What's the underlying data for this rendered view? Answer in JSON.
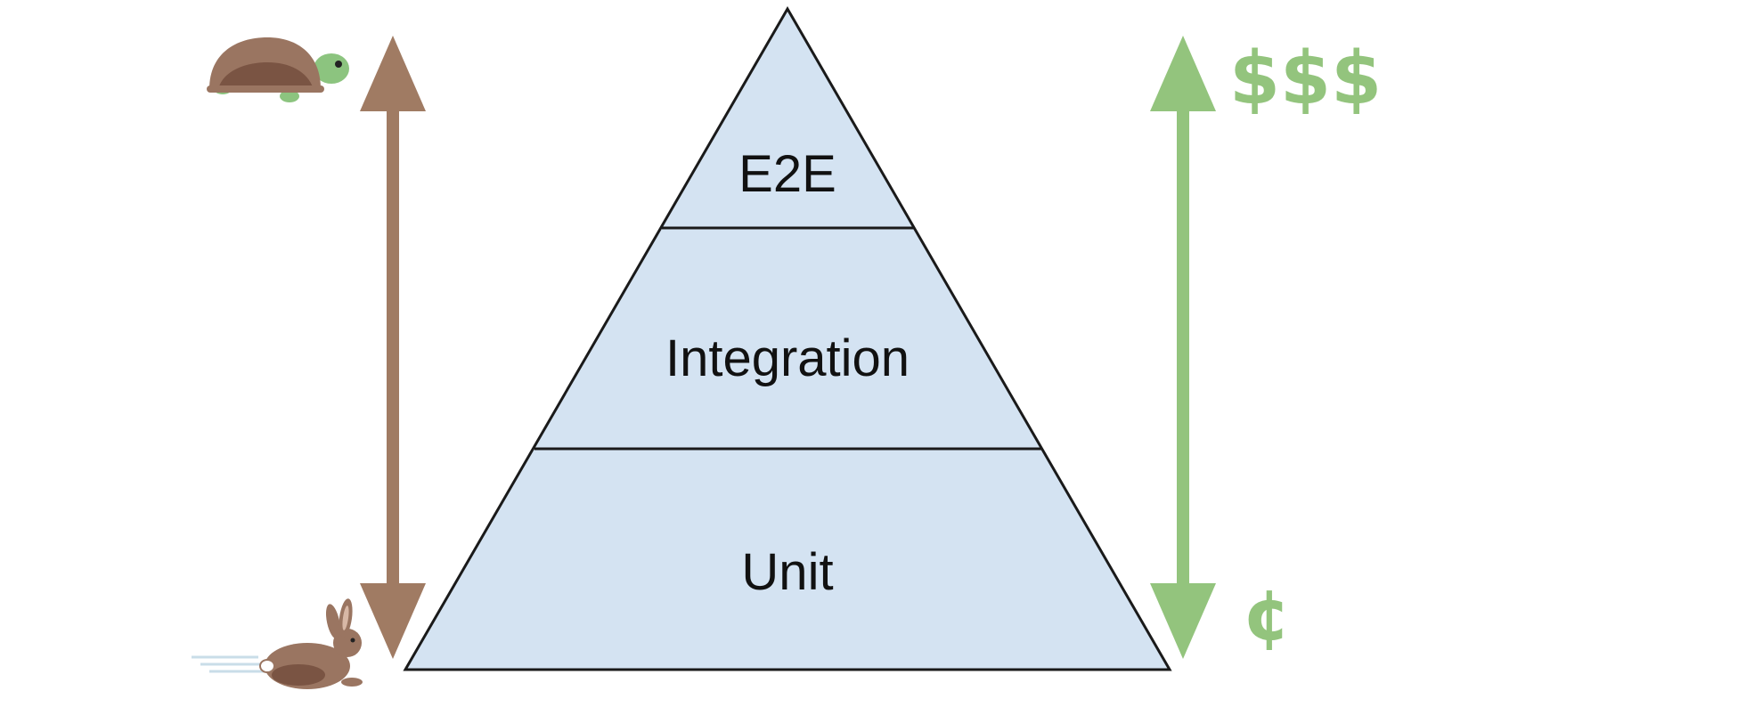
{
  "diagram": {
    "tiers": [
      {
        "id": "e2e",
        "label": "E2E"
      },
      {
        "id": "integration",
        "label": "Integration"
      },
      {
        "id": "unit",
        "label": "Unit"
      }
    ],
    "cost": {
      "high_label": "$$$",
      "low_label": "¢"
    },
    "speed": {
      "slow_icon": "turtle-icon",
      "fast_icon": "rabbit-icon"
    },
    "colors": {
      "pyramid_fill": "#d4e3f2",
      "pyramid_stroke": "#1a1a1a",
      "band_top": "#57a863",
      "band_middle": "#5bbccc",
      "band_bottom": "#dd669f",
      "speed_arrow": "#a07b63",
      "cost_arrow": "#93c47d"
    }
  }
}
